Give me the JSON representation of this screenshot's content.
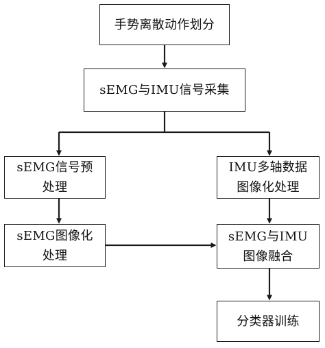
{
  "diagram": {
    "nodes": [
      {
        "id": "gesture-division",
        "label": "手势离散动作划分"
      },
      {
        "id": "acquisition",
        "label": "sEMG与IMU信号采集"
      },
      {
        "id": "semg-preprocess",
        "label": "sEMG信号预\n处理"
      },
      {
        "id": "imu-image",
        "label": "IMU多轴数据\n图像化处理"
      },
      {
        "id": "semg-image",
        "label": "sEMG图像化\n处理"
      },
      {
        "id": "fusion",
        "label": "sEMG与IMU\n图像融合"
      },
      {
        "id": "training",
        "label": "分类器训练"
      }
    ],
    "edges": [
      {
        "from": "gesture-division",
        "to": "acquisition"
      },
      {
        "from": "acquisition",
        "to": "semg-preprocess"
      },
      {
        "from": "acquisition",
        "to": "imu-image"
      },
      {
        "from": "semg-preprocess",
        "to": "semg-image"
      },
      {
        "from": "imu-image",
        "to": "fusion"
      },
      {
        "from": "semg-image",
        "to": "fusion"
      },
      {
        "from": "fusion",
        "to": "training"
      }
    ],
    "line_color": "#1a1a1a"
  }
}
